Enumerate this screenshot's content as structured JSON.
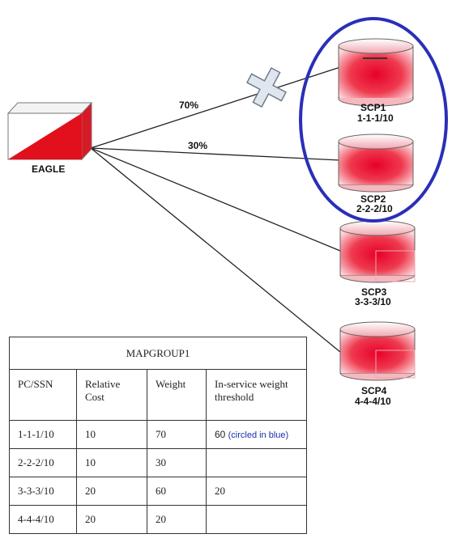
{
  "diagram": {
    "source": "EAGLE",
    "links": [
      {
        "label": "70%"
      },
      {
        "label": "30%"
      }
    ],
    "scps": [
      {
        "name": "SCP1",
        "pc_ssn": "1-1-1/10"
      },
      {
        "name": "SCP2",
        "pc_ssn": "2-2-2/10"
      },
      {
        "name": "SCP3",
        "pc_ssn": "3-3-3/10"
      },
      {
        "name": "SCP4",
        "pc_ssn": "4-4-4/10"
      }
    ],
    "colors": {
      "highlight": "#2a2fb8",
      "db_red": "#e8102a",
      "link": "#222222"
    }
  },
  "table": {
    "title": "MAPGROUP1",
    "headers": [
      "PC/SSN",
      "Relative Cost",
      "Weight",
      "In-service weight threshold"
    ],
    "rows": [
      {
        "pc_ssn": "1-1-1/10",
        "cost": "10",
        "weight": "70",
        "threshold": "60",
        "note": "(circled in blue)"
      },
      {
        "pc_ssn": "2-2-2/10",
        "cost": "10",
        "weight": "30",
        "threshold": "",
        "note": ""
      },
      {
        "pc_ssn": "3-3-3/10",
        "cost": "20",
        "weight": "60",
        "threshold": "20",
        "note": ""
      },
      {
        "pc_ssn": "4-4-4/10",
        "cost": "20",
        "weight": "20",
        "threshold": "",
        "note": ""
      }
    ]
  }
}
